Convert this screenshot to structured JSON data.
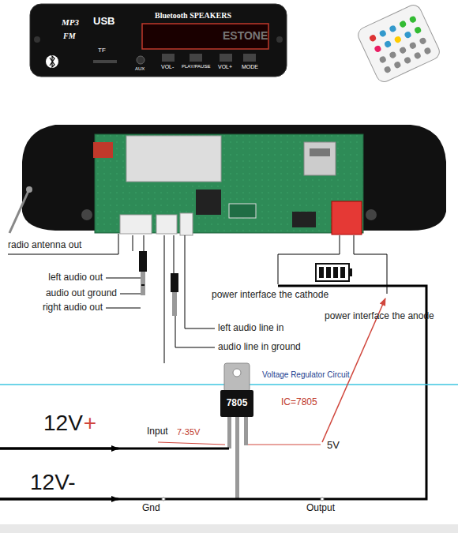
{
  "diagram": {
    "nodes": [
      {
        "text": [
          "7805"
        ]
      }
    ],
    "labels": [
      "MP3",
      "FM",
      "USB",
      "Bluetooth SPEAKERS",
      "ESTONE",
      "TF",
      "AUX",
      "VOL-",
      "PLAY/PAUSE",
      "VOL+",
      "MODE",
      "radio antenna out",
      "left audio out",
      "audio out ground",
      "right audio out",
      "power interface the cathode",
      "power interface the anode",
      "left audio line in",
      "audio line in ground",
      "Voltage Regulator Circuit",
      "IC=7805",
      "12V",
      "+",
      "Input",
      "7-35V",
      "5V",
      "12V-",
      "Gnd",
      "Output"
    ]
  }
}
